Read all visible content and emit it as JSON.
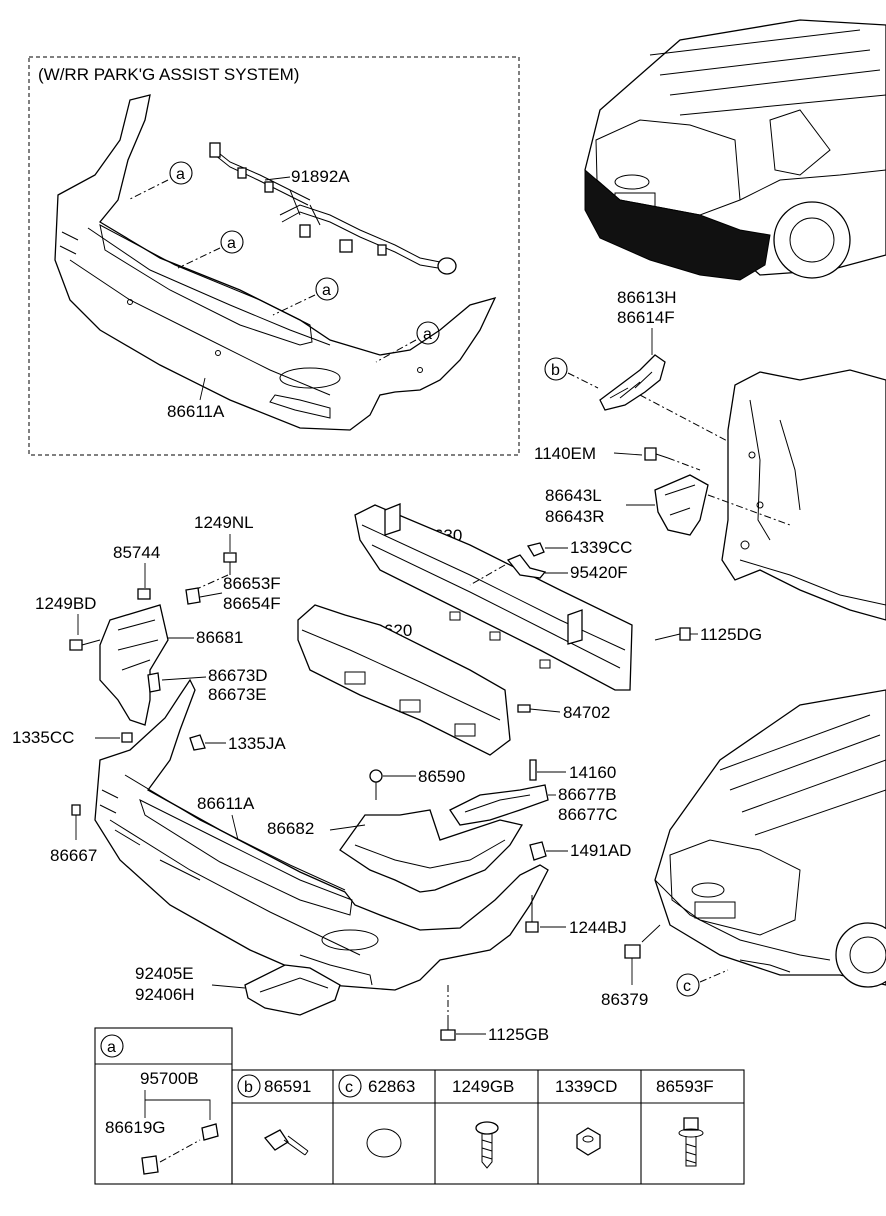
{
  "header": {
    "kit_title": "(W/RR PARK'G ASSIST SYSTEM)"
  },
  "callouts": {
    "a": "a",
    "b": "b",
    "c": "c"
  },
  "parts": {
    "p91892A": "91892A",
    "p86611A_kit": "86611A",
    "p86613H": "86613H",
    "p86614F": "86614F",
    "p1140EM": "1140EM",
    "p86643L": "86643L",
    "p86643R": "86643R",
    "p1249NL": "1249NL",
    "p86630": "86630",
    "p1339CC": "1339CC",
    "p85744": "85744",
    "p86653F": "86653F",
    "p95420F": "95420F",
    "p86654F": "86654F",
    "p1249BD": "1249BD",
    "p86681": "86681",
    "p86620": "86620",
    "p1125DG": "1125DG",
    "p86673D": "86673D",
    "p86673E": "86673E",
    "p84702": "84702",
    "p1335CC": "1335CC",
    "p1335JA": "1335JA",
    "p86590": "86590",
    "p14160": "14160",
    "p86611A": "86611A",
    "p86677B": "86677B",
    "p86677C": "86677C",
    "p86682": "86682",
    "p86667": "86667",
    "p1491AD": "1491AD",
    "p1244BJ": "1244BJ",
    "p92405E": "92405E",
    "p92406H": "92406H",
    "p86379": "86379",
    "p1125GB": "1125GB"
  },
  "legend": {
    "a_label": "a",
    "a_parts": [
      "95700B",
      "86619G"
    ],
    "cells": [
      {
        "callout": "b",
        "part": "86591"
      },
      {
        "callout": "c",
        "part": "62863"
      },
      {
        "callout": "",
        "part": "1249GB"
      },
      {
        "callout": "",
        "part": "1339CD"
      },
      {
        "callout": "",
        "part": "86593F"
      }
    ]
  }
}
